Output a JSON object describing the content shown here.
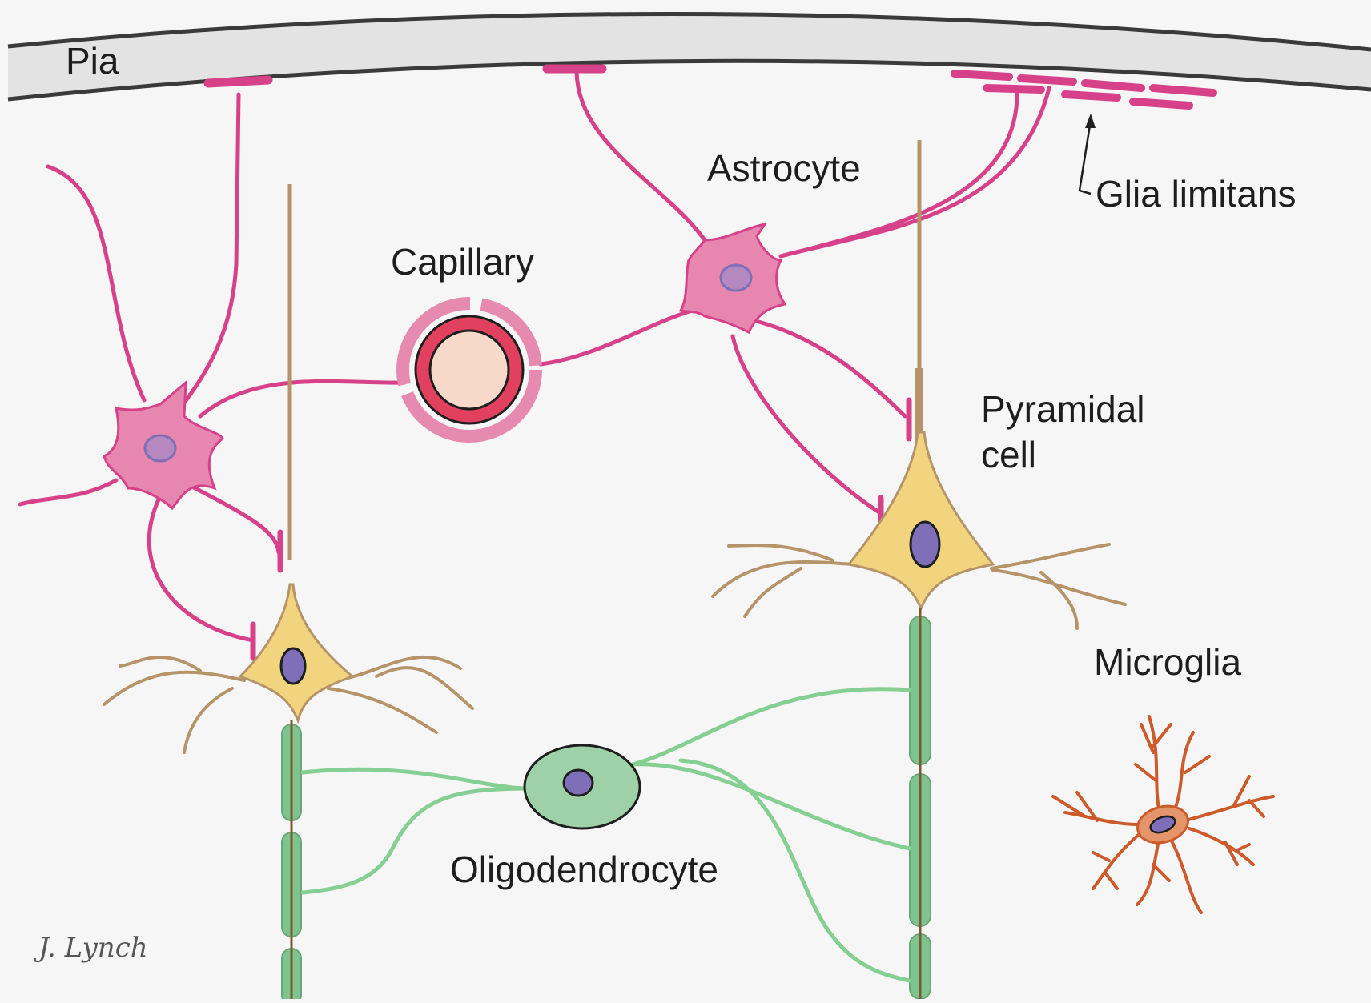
{
  "labels": {
    "pia": "Pia",
    "astrocyte": "Astrocyte",
    "glia_limitans": "Glia limitans",
    "capillary": "Capillary",
    "pyramidal_line1": "Pyramidal",
    "pyramidal_line2": "cell",
    "microglia": "Microglia",
    "oligodendrocyte": "Oligodendrocyte",
    "signature": "J. Lynch"
  },
  "colors": {
    "background": "#f6f6f6",
    "pia_fill": "#e3e3e3",
    "pia_stroke": "#3a3a3a",
    "astrocyte_process": "#d6418a",
    "astrocyte_body": "#e786ae",
    "nucleus": "#7f6fb8",
    "neuron_body": "#f2d47e",
    "neuron_dendrite": "#b5946a",
    "myelin": "#7fc48f",
    "axon": "#7a5a2e",
    "oligodendrocyte_body": "#9fd1a8",
    "oligodendrocyte_process": "#86cf93",
    "capillary_outer": "#e78ab0",
    "capillary_wall": "#e2405f",
    "capillary_lumen": "#f7d9c9",
    "microglia": "#cc5a2a",
    "microglia_body": "#e5956a"
  }
}
